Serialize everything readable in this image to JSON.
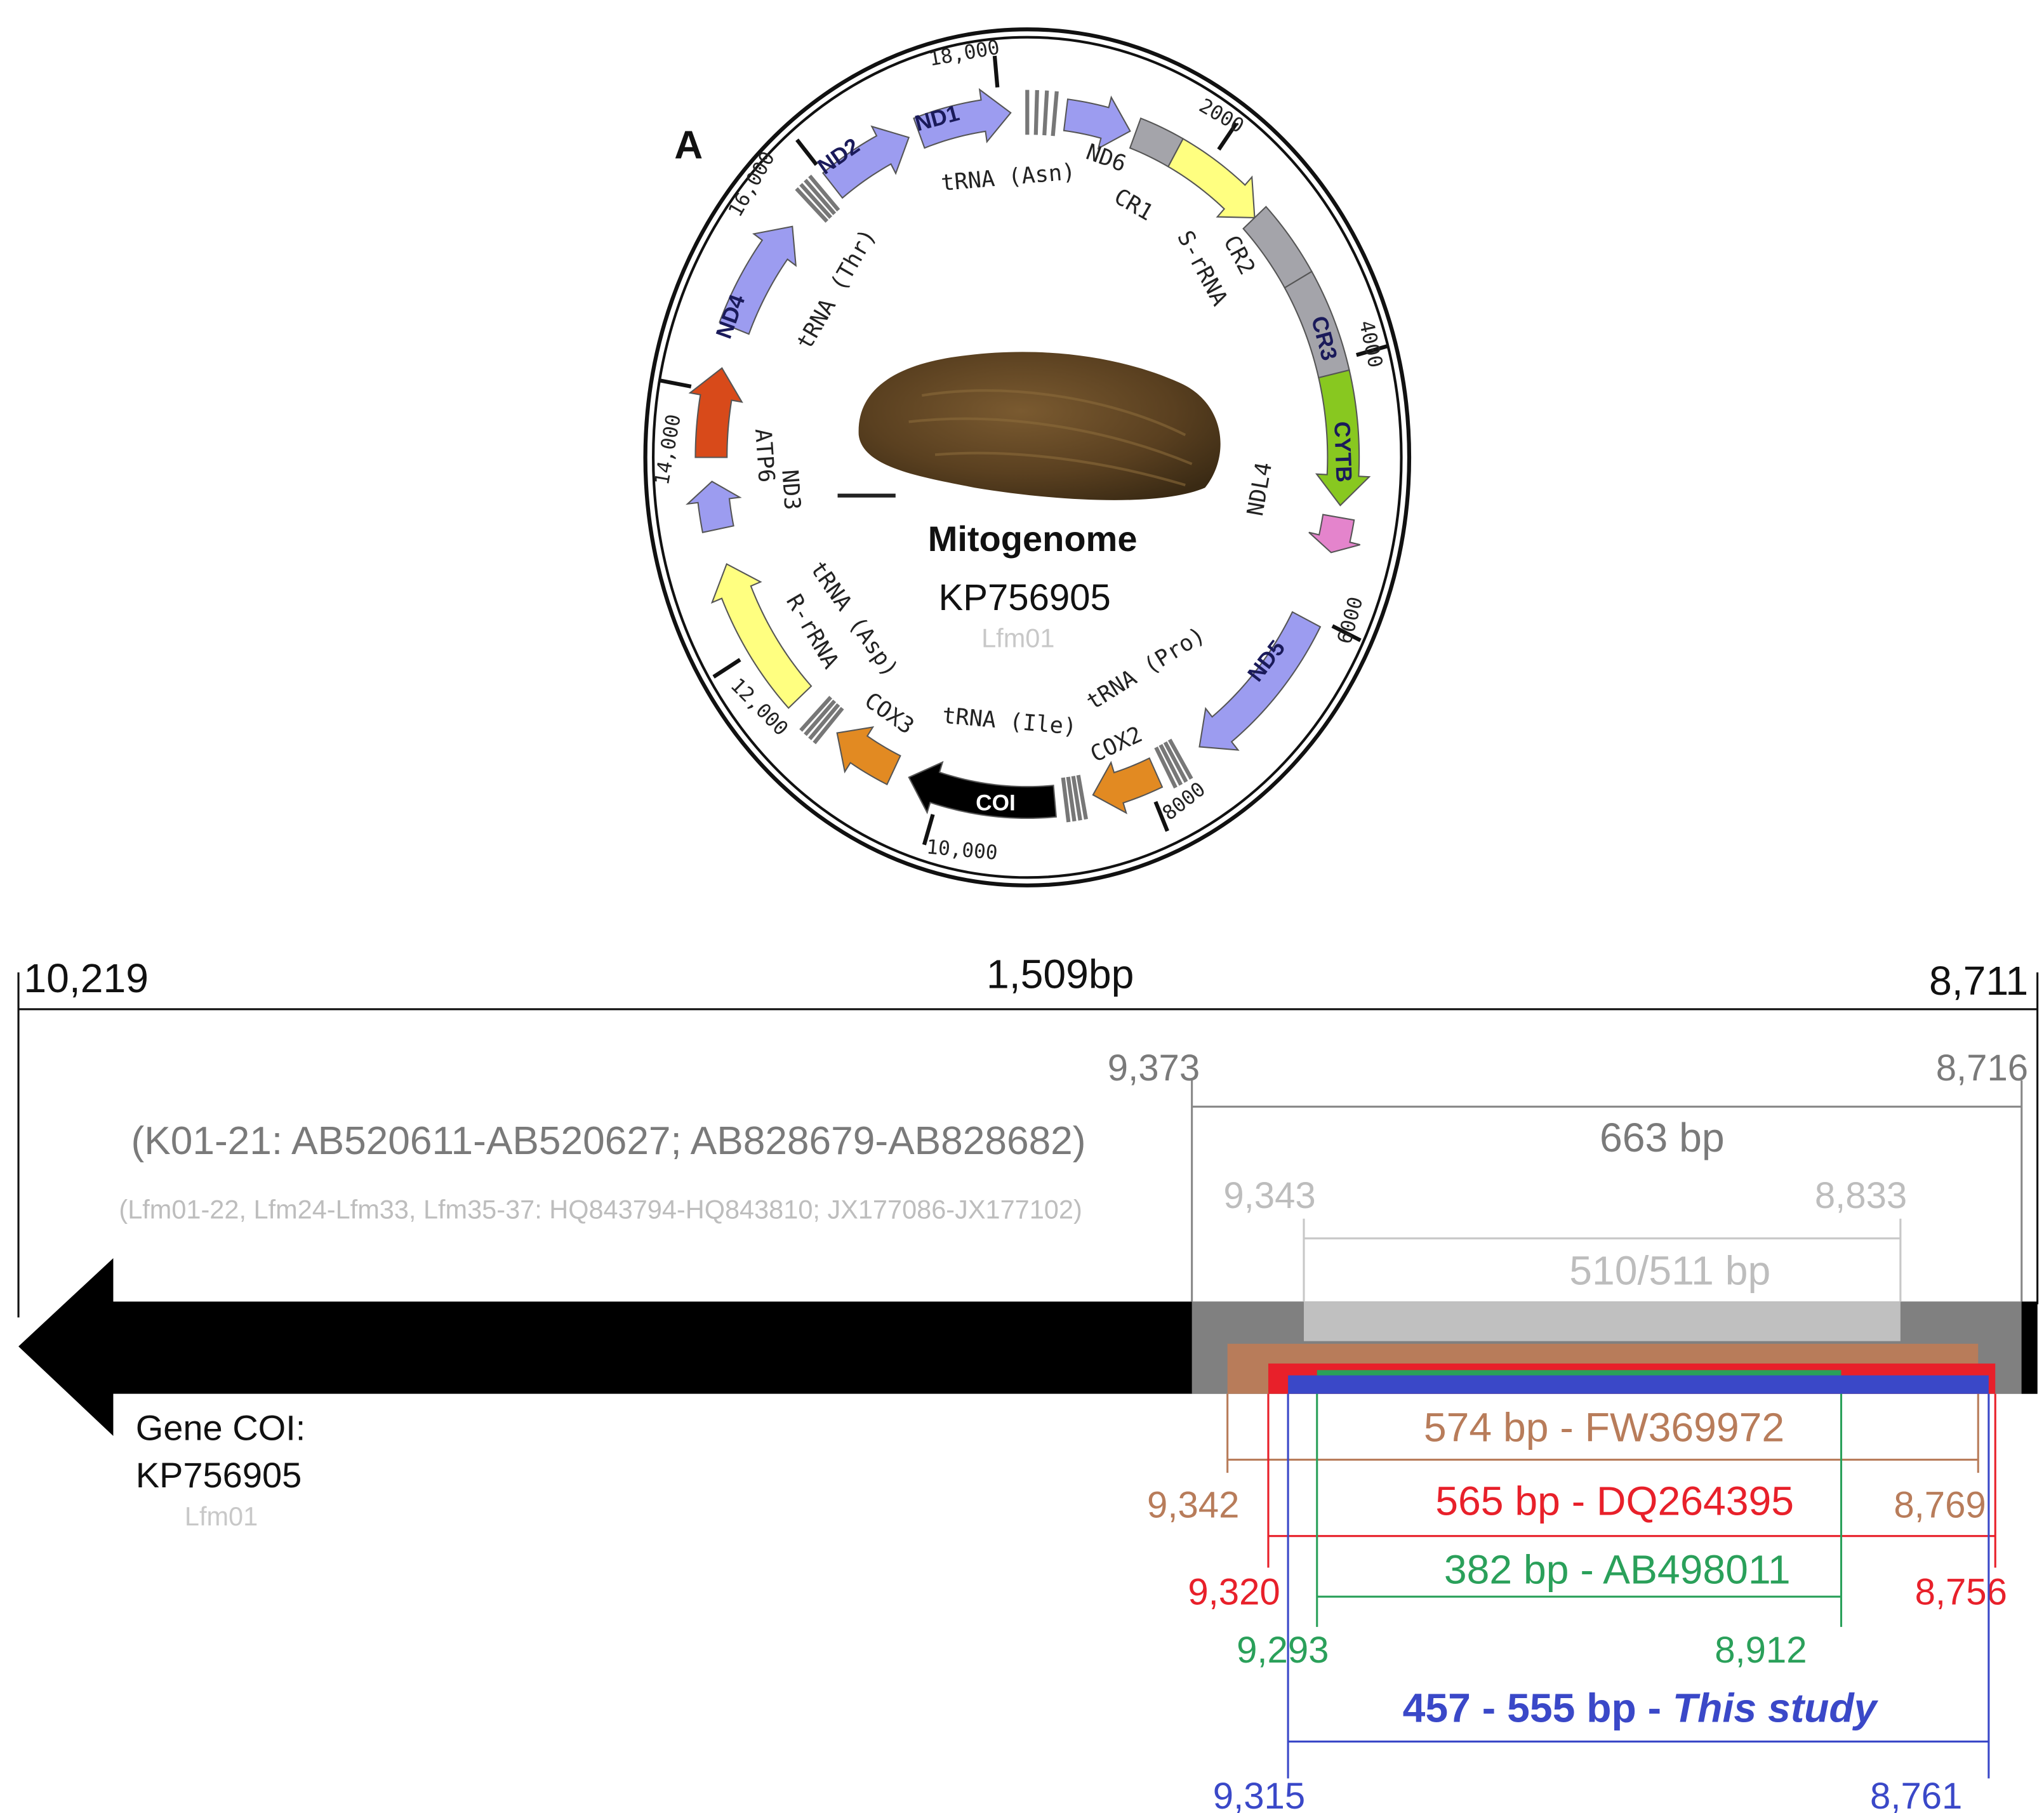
{
  "panel_label": "A",
  "circular_map": {
    "center_title": "Mitogenome",
    "accession": "KP756905",
    "specimen": "Lfm01",
    "ticks": [
      "18,000",
      "2000",
      "4000",
      "6000",
      "8000",
      "10,000",
      "12,000",
      "14,000",
      "16,000"
    ],
    "genes": [
      {
        "label": "ND1",
        "color": "#9c9cf0"
      },
      {
        "label": "tRNA (Asn)",
        "color": "#b0b0b0"
      },
      {
        "label": "ND6",
        "color": "#9c9cf0"
      },
      {
        "label": "CR1",
        "color": "#a4a4aa"
      },
      {
        "label": "S-rRNA",
        "color": "#ffff80"
      },
      {
        "label": "CR2",
        "color": "#a4a4aa"
      },
      {
        "label": "CR3",
        "color": "#a4a4aa"
      },
      {
        "label": "CYTB",
        "color": "#88c820"
      },
      {
        "label": "NDL4",
        "color": "#e484cc"
      },
      {
        "label": "ND5",
        "color": "#9c9cf0"
      },
      {
        "label": "tRNA (Pro)",
        "color": "#b0b0b0"
      },
      {
        "label": "COX2",
        "color": "#e28a22"
      },
      {
        "label": "tRNA (Ile)",
        "color": "#b0b0b0"
      },
      {
        "label": "COI",
        "color": "#000000"
      },
      {
        "label": "COX3",
        "color": "#e28a22"
      },
      {
        "label": "tRNA (Asp)",
        "color": "#b0b0b0"
      },
      {
        "label": "R-rRNA",
        "color": "#ffff80"
      },
      {
        "label": "ND3",
        "color": "#9c9cf0"
      },
      {
        "label": "ATP6",
        "color": "#d84a1a"
      },
      {
        "label": "ND4",
        "color": "#9c9cf0"
      },
      {
        "label": "tRNA (Thr)",
        "color": "#b0b0b0"
      },
      {
        "label": "ND2",
        "color": "#9c9cf0"
      }
    ]
  },
  "linear_map": {
    "start": "10,219",
    "length": "1,509bp",
    "end": "8,711",
    "gene_label": "Gene COI:",
    "gene_accession": "KP756905",
    "gene_specimen": "Lfm01",
    "refs_main": "(K01-21: AB520611-AB520627; AB828679-AB828682)",
    "refs_secondary": "(Lfm01-22, Lfm24-Lfm33, Lfm35-37: HQ843794-HQ843810; JX177086-JX177102)",
    "fragments": [
      {
        "label": "663 bp",
        "start": "9,373",
        "end": "8,716",
        "color": "#808080"
      },
      {
        "label": "510/511 bp",
        "start": "9,343",
        "end": "8,833",
        "color": "#c0c0c0"
      },
      {
        "label": "574 bp - FW369972",
        "start": "9,342",
        "end": "8,769",
        "color": "#b87c5a"
      },
      {
        "label": "565 bp - DQ264395",
        "start": "9,320",
        "end": "8,756",
        "color": "#e8202a"
      },
      {
        "label": "382 bp - AB498011",
        "start": "9,293",
        "end": "8,912",
        "color": "#2aa05a"
      },
      {
        "label": "457 - 555 bp - ",
        "label_italic": "This study",
        "start": "9,315",
        "end": "8,761",
        "color": "#3a48c8"
      }
    ]
  }
}
